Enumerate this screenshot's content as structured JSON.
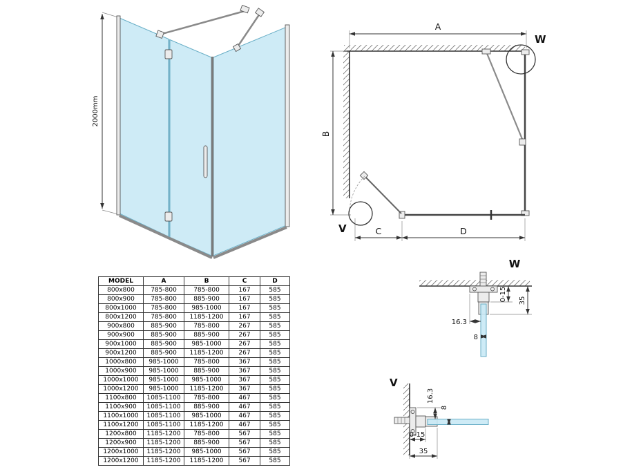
{
  "colors": {
    "glass": "#c9e9f5"
  },
  "iso_view": {
    "height_label": "2000mm"
  },
  "plan_view": {
    "dim_a": "A",
    "dim_b": "B",
    "dim_c": "C",
    "dim_d": "D",
    "detail_w_label": "W",
    "detail_v_label": "V"
  },
  "detail_w": {
    "title": "W",
    "dim_offset": "16.3",
    "dim_thickness": "8",
    "dim_adjust": "0-15",
    "dim_total": "35"
  },
  "detail_v": {
    "title": "V",
    "dim_offset": "16.3",
    "dim_thickness": "8",
    "dim_adjust": "0-15",
    "dim_total": "35"
  },
  "table": {
    "headers": [
      "MODEL",
      "A",
      "B",
      "C",
      "D"
    ],
    "rows": [
      [
        "800x800",
        "785-800",
        "785-800",
        "167",
        "585"
      ],
      [
        "800x900",
        "785-800",
        "885-900",
        "167",
        "585"
      ],
      [
        "800x1000",
        "785-800",
        "985-1000",
        "167",
        "585"
      ],
      [
        "800x1200",
        "785-800",
        "1185-1200",
        "167",
        "585"
      ],
      [
        "900x800",
        "885-900",
        "785-800",
        "267",
        "585"
      ],
      [
        "900x900",
        "885-900",
        "885-900",
        "267",
        "585"
      ],
      [
        "900x1000",
        "885-900",
        "985-1000",
        "267",
        "585"
      ],
      [
        "900x1200",
        "885-900",
        "1185-1200",
        "267",
        "585"
      ],
      [
        "1000x800",
        "985-1000",
        "785-800",
        "367",
        "585"
      ],
      [
        "1000x900",
        "985-1000",
        "885-900",
        "367",
        "585"
      ],
      [
        "1000x1000",
        "985-1000",
        "985-1000",
        "367",
        "585"
      ],
      [
        "1000x1200",
        "985-1000",
        "1185-1200",
        "367",
        "585"
      ],
      [
        "1100x800",
        "1085-1100",
        "785-800",
        "467",
        "585"
      ],
      [
        "1100x900",
        "1085-1100",
        "885-900",
        "467",
        "585"
      ],
      [
        "1100x1000",
        "1085-1100",
        "985-1000",
        "467",
        "585"
      ],
      [
        "1100x1200",
        "1085-1100",
        "1185-1200",
        "467",
        "585"
      ],
      [
        "1200x800",
        "1185-1200",
        "785-800",
        "567",
        "585"
      ],
      [
        "1200x900",
        "1185-1200",
        "885-900",
        "567",
        "585"
      ],
      [
        "1200x1000",
        "1185-1200",
        "985-1000",
        "567",
        "585"
      ],
      [
        "1200x1200",
        "1185-1200",
        "1185-1200",
        "567",
        "585"
      ]
    ]
  }
}
